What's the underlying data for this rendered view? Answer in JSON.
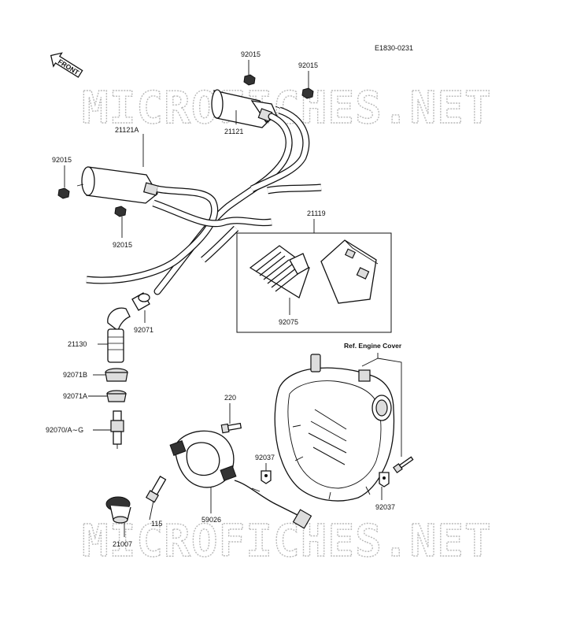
{
  "figure_code": "E1830-0231",
  "front_label": "FRONT",
  "watermark": "MICROFICHES.NET",
  "ref_note": "Ref. Engine Cover",
  "labels": {
    "nut_top_left": "92015",
    "nut_top_right": "92015",
    "coil_b": "21121",
    "coil_a": "21121A",
    "nut_left_top": "92015",
    "nut_left_bottom": "92015",
    "igniter_set": "21119",
    "igniter": "92075",
    "cap_boot": "92071",
    "plug_cap": "21130",
    "seal_b": "92071B",
    "seal_a": "92071A",
    "spark_plug": "92070/A∼G",
    "bolt_220": "220",
    "clamp_left": "92037",
    "clamp_right": "92037",
    "pickup": "59026",
    "bolt_115": "115",
    "cap_21007": "21007"
  }
}
